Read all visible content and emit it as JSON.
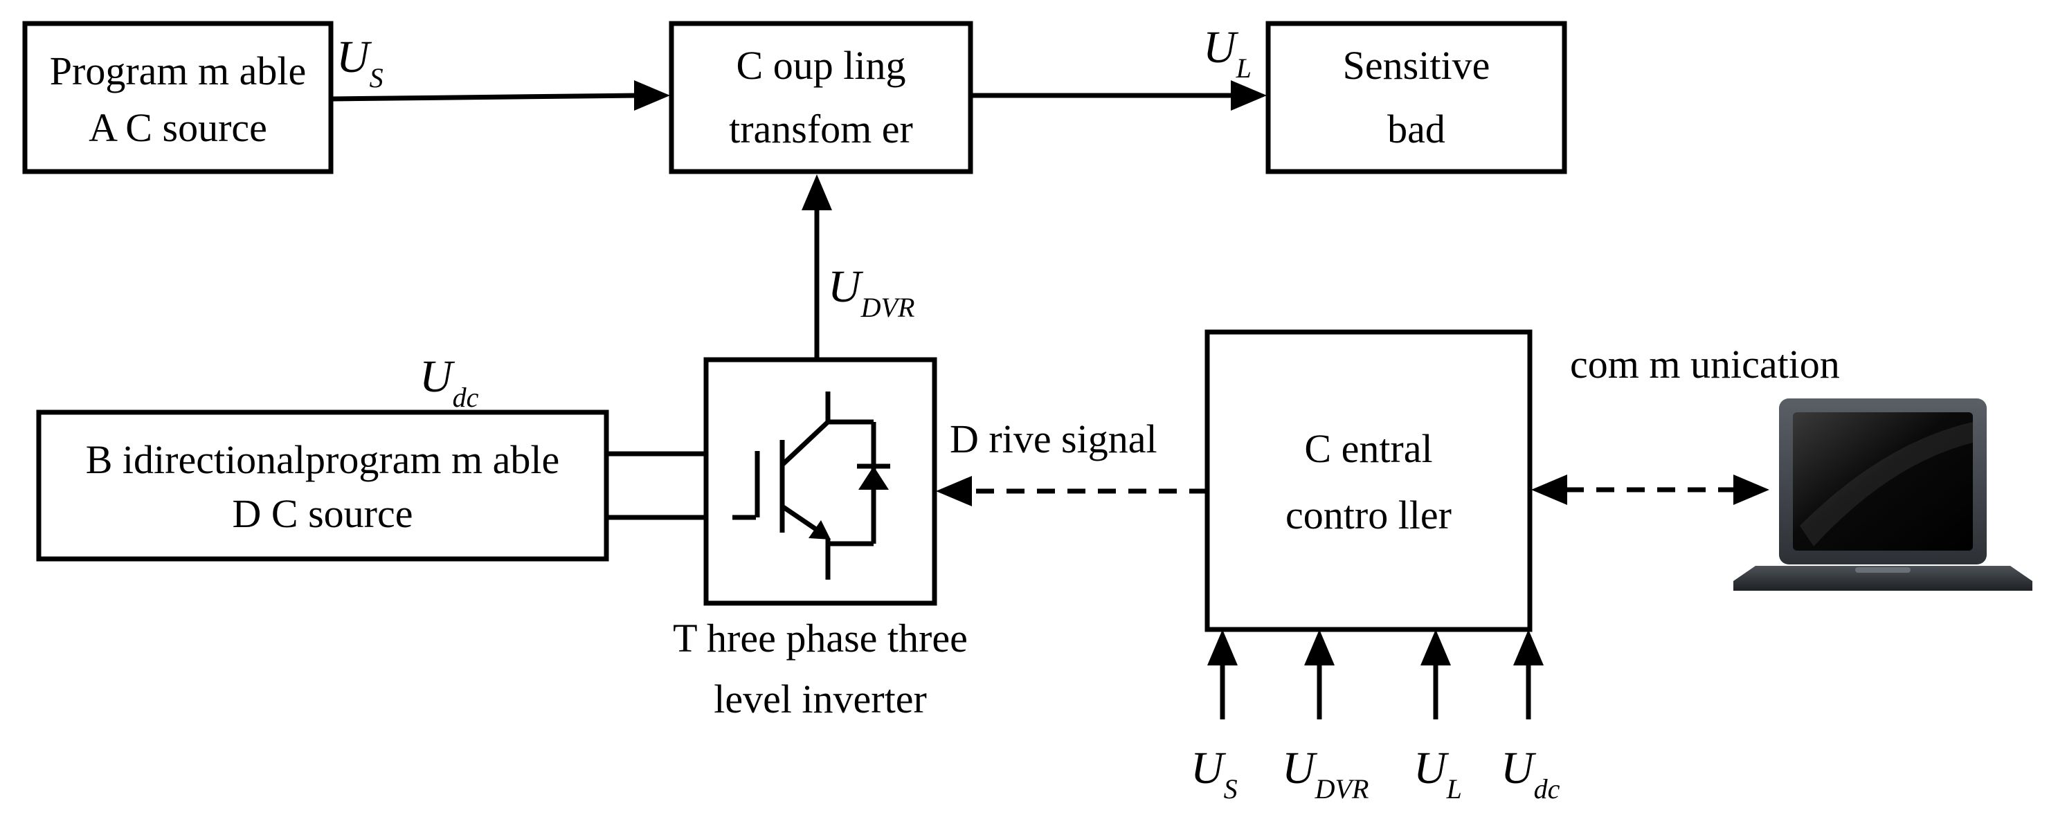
{
  "blocks": {
    "ac_source": {
      "line1": "Program m able",
      "line2": "A C source"
    },
    "coupling": {
      "line1": "C oup ling",
      "line2": "transfom er"
    },
    "load": {
      "line1": "Sensitive",
      "line2": "bad"
    },
    "dc_source": {
      "line1": "B idirectionalprogram m able",
      "line2": "D C source"
    },
    "inverter_caption": {
      "line1": "T hree phase three",
      "line2": "level inverter"
    },
    "controller": {
      "line1": "C entral",
      "line2": "contro ller"
    }
  },
  "signals": {
    "us": {
      "main": "U",
      "sub": "S"
    },
    "ul": {
      "main": "U",
      "sub": "L"
    },
    "udvr": {
      "main": "U",
      "sub": "DVR"
    },
    "udc": {
      "main": "U",
      "sub": "dc"
    },
    "drive_signal": "D rive signal",
    "communication": "com m unication"
  },
  "controller_inputs": [
    {
      "main": "U",
      "sub": "S"
    },
    {
      "main": "U",
      "sub": "DVR"
    },
    {
      "main": "U",
      "sub": "L"
    },
    {
      "main": "U",
      "sub": "dc"
    }
  ],
  "icons": {
    "switch": "igbt-switch-icon",
    "laptop": "laptop-icon"
  }
}
